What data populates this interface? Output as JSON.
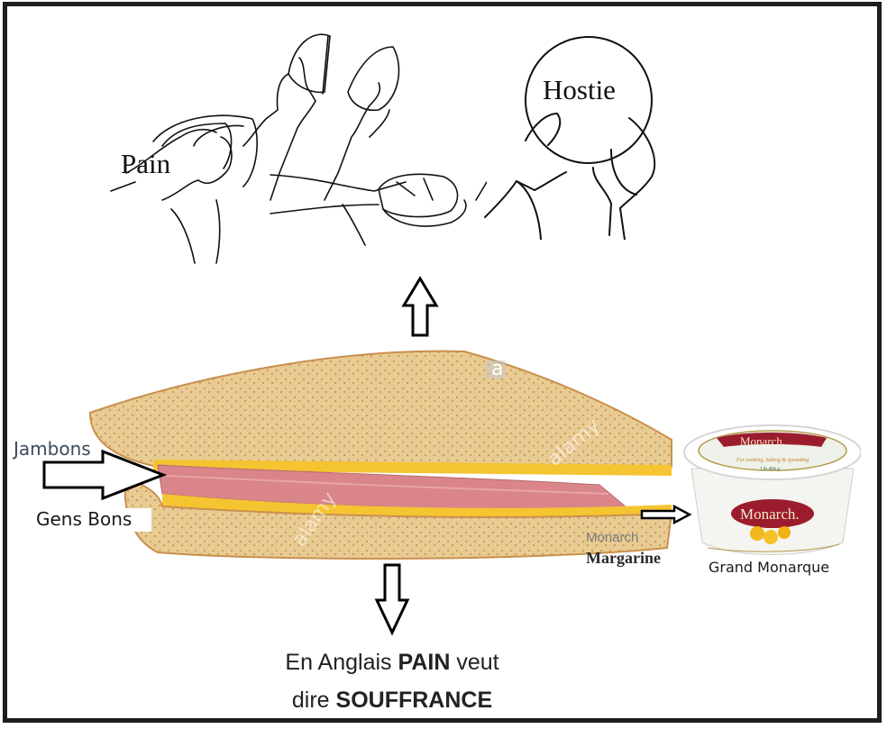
{
  "labels": {
    "pain": "Pain",
    "hostie": "Hostie",
    "jambons": "Jambons",
    "gens_bons": "Gens Bons",
    "brand_small": "Monarch",
    "brand_product": "Margarine",
    "grand_monarque": "Grand Monarque"
  },
  "caption": {
    "line1_prefix": "En Anglais ",
    "line1_bold": "PAIN",
    "line1_suffix": " veut",
    "line2_prefix": "dire ",
    "line2_bold": "SOUFFRANCE"
  },
  "package": {
    "lid_brand": "Monarch.",
    "side_brand": "Monarch.",
    "lid_subtitle": "For cooking, baking & spreading",
    "lid_weight": "1 lb 454 g"
  },
  "watermarks": {
    "badge": "a",
    "stock": "alamy"
  },
  "colors": {
    "frame": "#1e1e1e",
    "bread": "#e9c98f",
    "bread_crust": "#c98f4a",
    "ham": "#d9858a",
    "cheese": "#f5c431",
    "package_red": "#9b1c2c"
  }
}
